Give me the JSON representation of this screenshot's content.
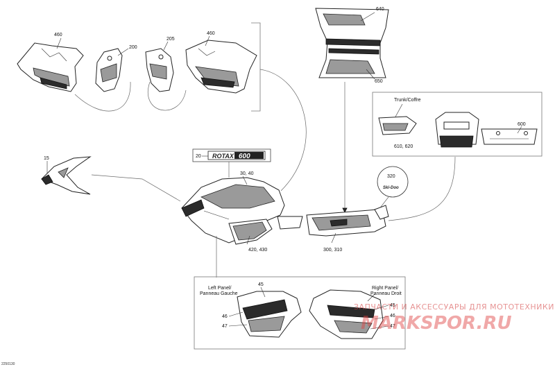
{
  "callouts": {
    "c460a": "460",
    "c200": "200",
    "c205": "205",
    "c460b": "460",
    "c640": "640",
    "c650": "650",
    "trunk": "Trunk/Coffre",
    "c600": "600",
    "c610": "610, 620",
    "c320": "320",
    "c15": "15",
    "c20": "20",
    "rotax": "ROTAX",
    "rotax_num": "600",
    "c3040": "30, 40",
    "c420": "420, 430",
    "c300": "300, 310",
    "left_panel_1": "Left Panel/",
    "left_panel_2": "Panneau Gauche",
    "c45": "45",
    "c46a": "46",
    "c47a": "47",
    "right_panel_1": "Right Panel/",
    "right_panel_2": "Panneau Droit",
    "c45b": "45",
    "c46b": "46",
    "c47b": "47",
    "logo_320": "Ski-Doo",
    "code": "2250130"
  },
  "watermark": {
    "text": "ЗАПЧАСТИ И АКСЕССУАРЫ ДЛЯ МОТОТЕХНИКИ",
    "logo": "MARKSPOR.RU",
    "color": "#e04040"
  }
}
